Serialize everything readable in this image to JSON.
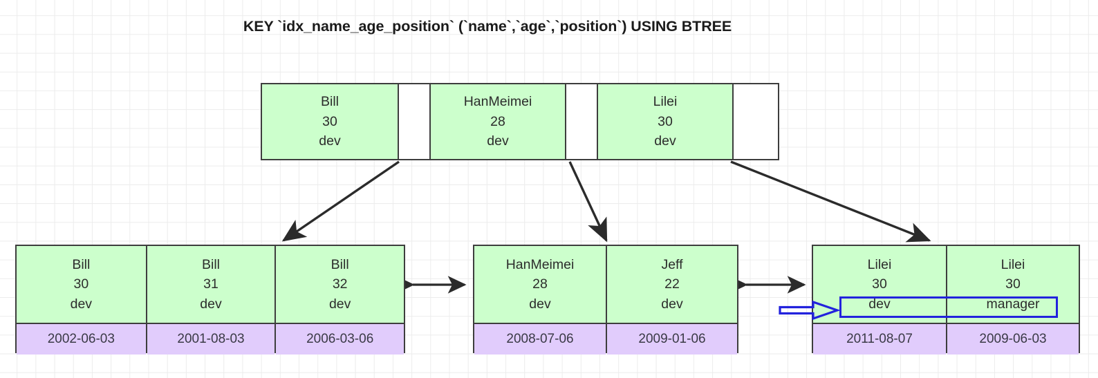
{
  "diagram": {
    "title": "KEY `idx_name_age_position` (`name`,`age`,`position`) USING BTREE",
    "colors": {
      "key_cell": "#ccffcc",
      "date_cell": "#e1ccfc",
      "border": "#3d3d3d",
      "annotation": "#2222dd",
      "grid": "#ececec"
    },
    "root": {
      "name": "root-node",
      "entries": [
        {
          "name": "Bill",
          "age": "30",
          "position": "dev"
        },
        {
          "name": "HanMeimei",
          "age": "28",
          "position": "dev"
        },
        {
          "name": "Lilei",
          "age": "30",
          "position": "dev"
        }
      ],
      "pointers": [
        "pointer-1",
        "pointer-2",
        "pointer-3"
      ]
    },
    "leaves": [
      {
        "name": "leaf-node-1",
        "entries": [
          {
            "name": "Bill",
            "age": "30",
            "position": "dev",
            "date": "2002-06-03"
          },
          {
            "name": "Bill",
            "age": "31",
            "position": "dev",
            "date": "2001-08-03"
          },
          {
            "name": "Bill",
            "age": "32",
            "position": "dev",
            "date": "2006-03-06"
          }
        ]
      },
      {
        "name": "leaf-node-2",
        "entries": [
          {
            "name": "HanMeimei",
            "age": "28",
            "position": "dev",
            "date": "2008-07-06"
          },
          {
            "name": "Jeff",
            "age": "22",
            "position": "dev",
            "date": "2009-01-06"
          }
        ]
      },
      {
        "name": "leaf-node-3",
        "entries": [
          {
            "name": "Lilei",
            "age": "30",
            "position": "dev",
            "date": "2011-08-07"
          },
          {
            "name": "Lilei",
            "age": "30",
            "position": "manager",
            "date": "2009-06-03"
          }
        ]
      }
    ],
    "annotation": {
      "highlight_label": "position-column-highlight",
      "arrow_label": "blue-callout-arrow",
      "highlighted_values": [
        "dev",
        "manager"
      ]
    },
    "connectors": {
      "root_to_leaf": [
        "root-pointer-1-to-leaf-1",
        "root-pointer-2-to-leaf-2",
        "root-pointer-3-to-leaf-3"
      ],
      "leaf_siblings": [
        "leaf-1-to-leaf-2",
        "leaf-2-to-leaf-3"
      ]
    }
  }
}
